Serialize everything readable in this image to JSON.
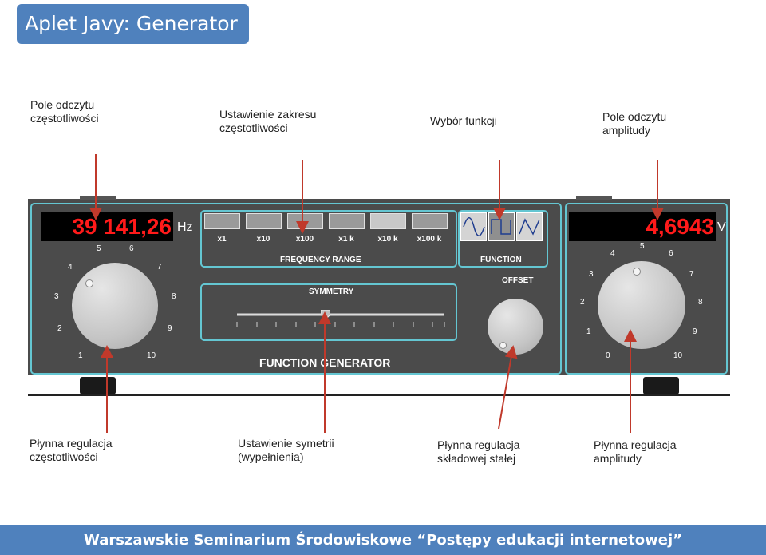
{
  "slide_title": "Aplet Javy: Generator",
  "callouts_top": {
    "freq_readout": [
      "Pole odczytu",
      "częstotliwości"
    ],
    "freq_range": [
      "Ustawienie zakresu",
      "częstotliwości"
    ],
    "function_select": "Wybór funkcji",
    "amp_readout": [
      "Pole odczytu",
      "amplitudy"
    ]
  },
  "callouts_bottom": {
    "freq_adjust": [
      "Płynna regulacja",
      "częstotliwości"
    ],
    "symmetry": [
      "Ustawienie symetrii",
      "(wypełnienia)"
    ],
    "offset": [
      "Płynna regulacja",
      "składowej stałej"
    ],
    "amplitude": [
      "Płynna regulacja",
      "amplitudy"
    ]
  },
  "device": {
    "frequency_value": "39 141,26",
    "frequency_unit": "Hz",
    "amplitude_value": "4,6943",
    "amplitude_unit": "V",
    "range_buttons": [
      "x1",
      "x10",
      "x100",
      "x1 k",
      "x10 k",
      "x100 k"
    ],
    "active_range": "x10 k",
    "frequency_range_label": "FREQUENCY RANGE",
    "function_label": "FUNCTION",
    "functions": [
      "sine-wave-icon",
      "square-wave-icon",
      "triangle-wave-icon"
    ],
    "active_function": "square-wave-icon",
    "symmetry_label": "SYMMETRY",
    "symmetry_value": 0.5,
    "offset_label": "OFFSET",
    "device_name": "FUNCTION GENERATOR",
    "freq_dial_numbers": [
      "1",
      "2",
      "3",
      "4",
      "5",
      "6",
      "7",
      "8",
      "9",
      "10"
    ],
    "amp_dial_numbers": [
      "0",
      "1",
      "2",
      "3",
      "4",
      "5",
      "6",
      "7",
      "8",
      "9",
      "10"
    ]
  },
  "footer": "Warszawskie Seminarium Środowiskowe “Postępy edukacji internetowej”",
  "colors": {
    "accent": "#4f81bd",
    "device_body": "#4b4b4b",
    "panel_line": "#64c6d2",
    "lcd_digits": "#ff1a1a",
    "arrow": "#c0392b"
  }
}
